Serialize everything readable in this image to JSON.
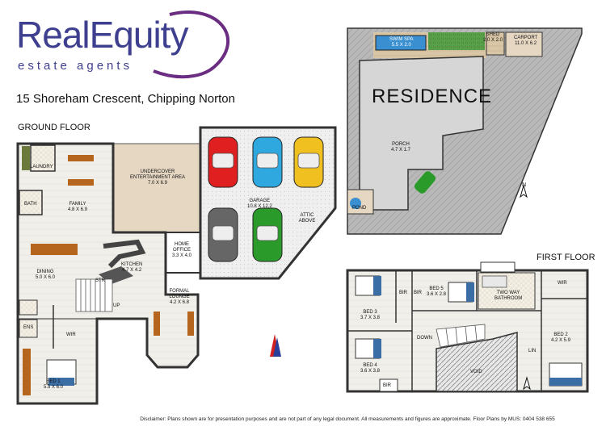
{
  "branding": {
    "brand_name": "RealEquity",
    "tagline": "estate agents",
    "brand_color": "#3f3f8f",
    "swoosh_color": "#6b2d82"
  },
  "address": "15 Shoreham Crescent, Chipping Norton",
  "ground_floor": {
    "title": "GROUND FLOOR",
    "rooms": {
      "laundry": {
        "name": "LAUNDRY"
      },
      "bath": {
        "name": "BATH"
      },
      "family": {
        "name": "FAMILY",
        "size": "4.8 X 6.9"
      },
      "undercover": {
        "name": "UNDERCOVER ENTERTAINMENT AREA",
        "size": "7.0 X 6.9"
      },
      "garage": {
        "name": "GARAGE",
        "size": "10.8 X 12.2"
      },
      "attic": {
        "name": "ATTIC ABOVE"
      },
      "dining": {
        "name": "DINING",
        "size": "5.0 X 6.0"
      },
      "kitchen": {
        "name": "KITCHEN",
        "size": "4.7 X 4.2"
      },
      "home_office": {
        "name": "HOME OFFICE",
        "size": "3.3 X 4.0"
      },
      "formal_lounge": {
        "name": "FORMAL LOUNGE",
        "size": "4.2 X 6.8"
      },
      "stair": {
        "name": "STR"
      },
      "up": {
        "name": "UP"
      },
      "ens": {
        "name": "ENS"
      },
      "wir": {
        "name": "WIR"
      },
      "bed1": {
        "name": "BED 1",
        "size": "5.5 X 6.0"
      }
    },
    "car_colors": [
      "#e02020",
      "#2fa8e0",
      "#f0c020",
      "#666666",
      "#2a9a2a"
    ]
  },
  "site_plan": {
    "residence": "RESIDENCE",
    "swim_spa": {
      "name": "SWIM SPA",
      "size": "5.5 X 2.0"
    },
    "shed": {
      "name": "SHED",
      "size": "2.0 X 2.0"
    },
    "carport": {
      "name": "CARPORT",
      "size": "11.0 X 6.2"
    },
    "porch": {
      "name": "PORCH",
      "size": "4.7 X 1.7"
    },
    "pond": {
      "name": "POND"
    }
  },
  "first_floor": {
    "title": "FIRST FLOOR",
    "rooms": {
      "bed3": {
        "name": "BED 3",
        "size": "3.7 X 3.8"
      },
      "bir1": {
        "name": "BIR"
      },
      "bir2": {
        "name": "BIR"
      },
      "bed5": {
        "name": "BED 5",
        "size": "3.6 X 2.8"
      },
      "bathroom": {
        "name": "TWO WAY BATHROOM"
      },
      "wir": {
        "name": "WIR"
      },
      "bed4": {
        "name": "BED 4",
        "size": "3.6 X 3.8"
      },
      "bir3": {
        "name": "BIR"
      },
      "down": {
        "name": "DOWN"
      },
      "void": {
        "name": "VOID"
      },
      "lin": {
        "name": "LIN"
      },
      "bed2": {
        "name": "BED 2",
        "size": "4.2 X 5.9"
      }
    }
  },
  "compass": {
    "north": "N"
  },
  "disclaimer": "Disclaimer: Plans shown are for presentation purposes and are not part of any legal document. All measurements and figures are approximate. Floor Plans by MUS: 0404 538 655"
}
